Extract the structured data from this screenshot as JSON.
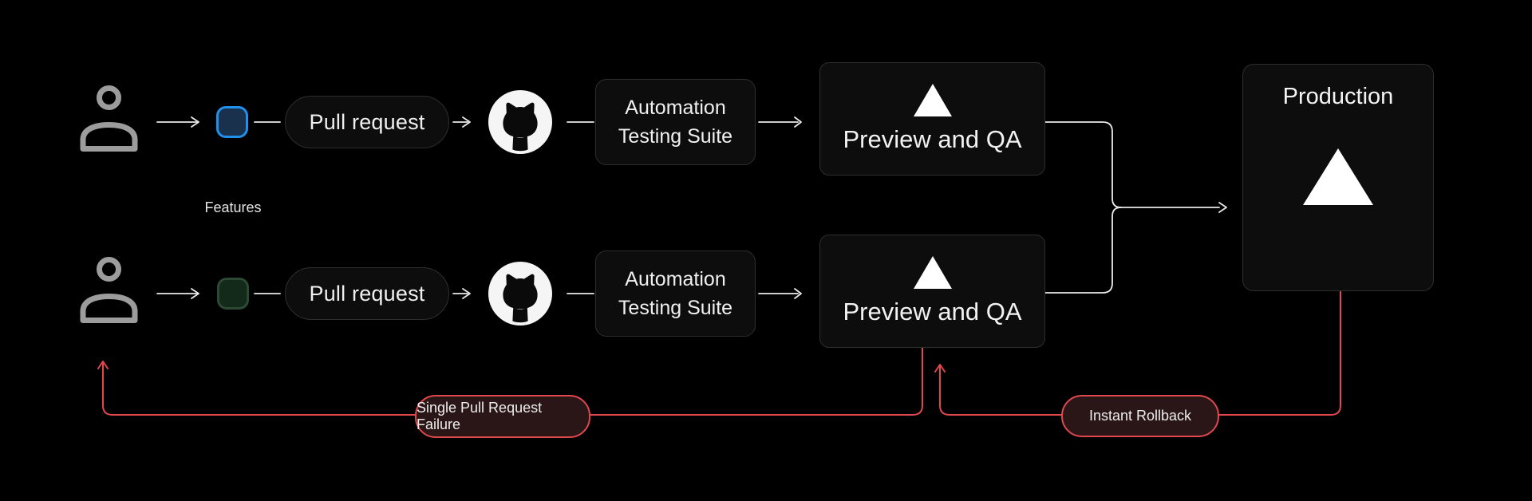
{
  "diagram": {
    "labels": {
      "features": "Features",
      "production": "Production",
      "single_pr_failure": "Single Pull Request Failure",
      "instant_rollback": "Instant Rollback"
    },
    "rows": [
      {
        "pull_request": "Pull request",
        "automation_line1": "Automation",
        "automation_line2": "Testing Suite",
        "preview": "Preview and QA",
        "commit_fill": "#1a314e",
        "commit_border": "#2190eb"
      },
      {
        "pull_request": "Pull request",
        "automation_line1": "Automation",
        "automation_line2": "Testing Suite",
        "preview": "Preview and QA",
        "commit_fill": "#13291a",
        "commit_border": "#2c4a33"
      }
    ],
    "icons": {
      "developer": "person-icon",
      "repository": "github-icon",
      "deployment": "vercel-triangle-icon"
    },
    "colors": {
      "background": "#000000",
      "connector": "#e9ebe9",
      "error": "#e0484e",
      "node_bg": "#0d0d0d",
      "node_border": "#2e2e2e",
      "error_label_bg": "#2b1617",
      "person": "#9c9c9c",
      "github_circle": "#f5f5f5"
    }
  }
}
